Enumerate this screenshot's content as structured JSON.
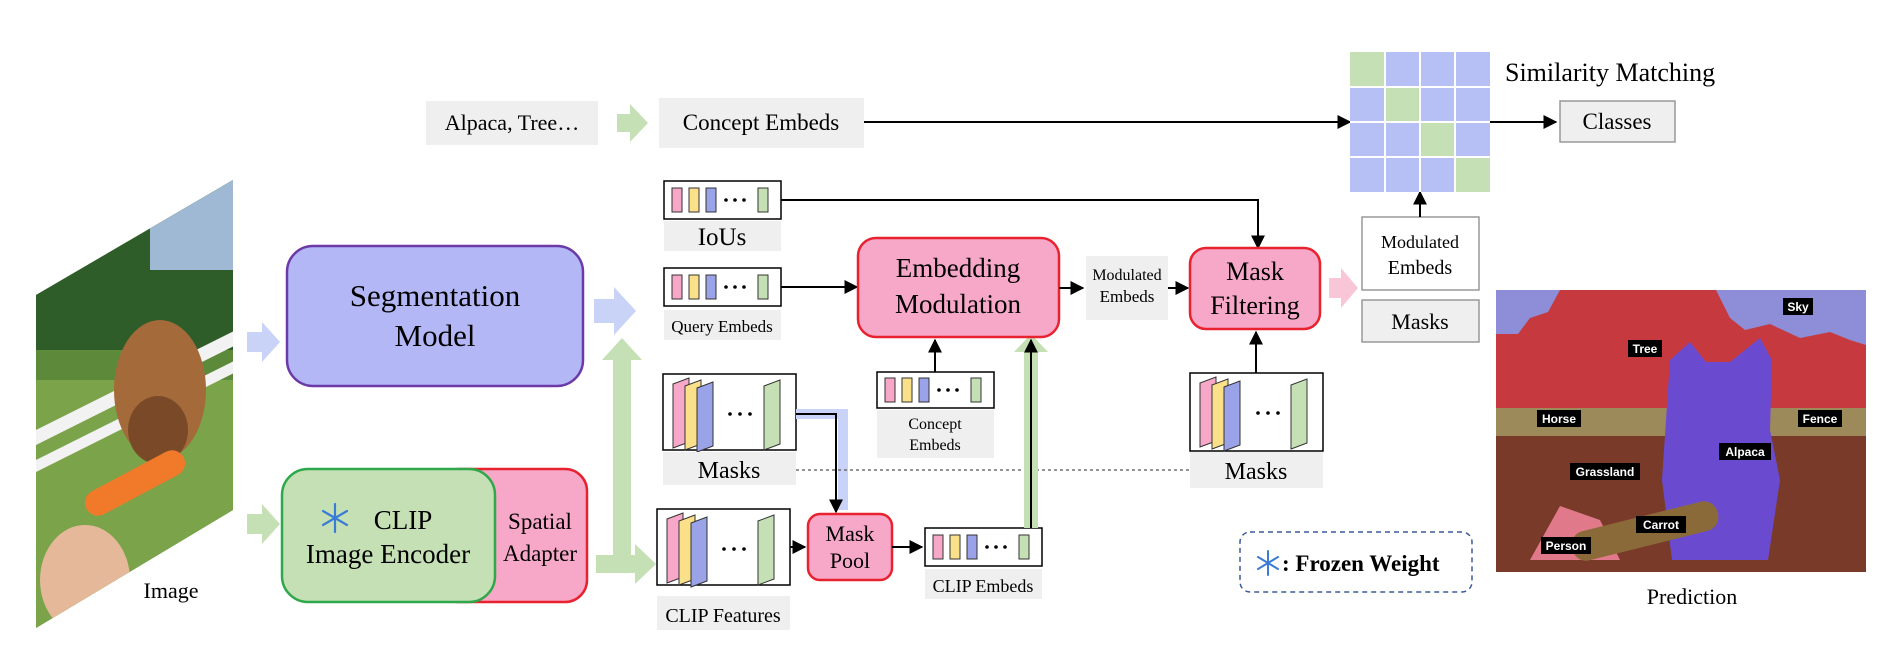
{
  "inputs": {
    "image_label": "Image",
    "concept_text": "Alpaca, Tree…"
  },
  "nodes": {
    "concept_embeds": "Concept Embeds",
    "segmentation_model": [
      "Segmentation",
      "Model"
    ],
    "clip_encoder": [
      "CLIP",
      "Image Encoder"
    ],
    "spatial_adapter": [
      "Spatial",
      "Adapter"
    ],
    "ious": "IoUs",
    "query_embeds": "Query Embeds",
    "masks_left": "Masks",
    "clip_features": "CLIP Features",
    "mask_pool": [
      "Mask",
      "Pool"
    ],
    "clip_embeds": "CLIP Embeds",
    "embedding_modulation": [
      "Embedding",
      "Modulation"
    ],
    "concept_embeds_small": [
      "Concept",
      "Embeds"
    ],
    "modulated_embeds_mid": [
      "Modulated",
      "Embeds"
    ],
    "mask_filtering": [
      "Mask",
      "Filtering"
    ],
    "masks_right": "Masks",
    "modulated_embeds_right": [
      "Modulated",
      "Embeds"
    ],
    "masks_out": "Masks",
    "similarity_matching": "Similarity Matching",
    "classes": "Classes"
  },
  "legend": {
    "frozen_weight": ": Frozen Weight"
  },
  "prediction": {
    "title": "Prediction",
    "labels": [
      "Sky",
      "Tree",
      "Horse",
      "Fence",
      "Alpaca",
      "Grassland",
      "Carrot",
      "Person"
    ]
  },
  "colors": {
    "purple_fill": "#b3b7f5",
    "purple_stroke": "#6b3aa8",
    "green_fill": "#c5e0b4",
    "green_stroke": "#2ea84a",
    "pink_fill": "#f7a8c8",
    "red_stroke": "#e8222f",
    "gray_fill": "#efefef",
    "arrow_blue": "#c9d3f7",
    "arrow_green": "#c5e0b4",
    "arrow_pink": "#f9c6d8",
    "legend_border": "#3b5a9a",
    "matrix_blue": "#b6c0f5",
    "matrix_green": "#c5e0b4"
  },
  "icons": [
    "snowflake-icon"
  ]
}
